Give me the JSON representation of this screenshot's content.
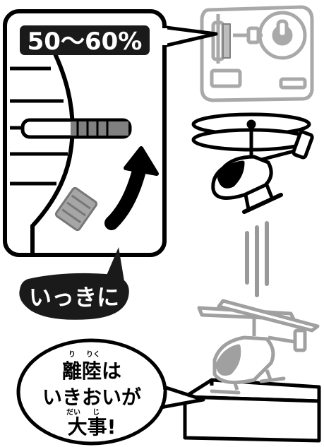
{
  "callout": {
    "percent_label": "50〜60%",
    "throttle_label": "いっきに"
  },
  "speech_bubble": {
    "line1": "離陸は",
    "line1_ruby": [
      "り",
      "りく"
    ],
    "line2": "いきおいが",
    "line3": "大事!",
    "line3_ruby": [
      "だい",
      "じ"
    ]
  },
  "colors": {
    "ink": "#000000",
    "gray_light": "#bdbdbd",
    "gray_mid": "#9a9a9a",
    "gray_dark": "#808080",
    "label_bg": "#1a1a1a",
    "label_text": "#ffffff"
  },
  "icons": [
    "throttle-callout-icon",
    "remote-controller-icon",
    "flying-helicopter-icon",
    "lift-motion-lines-icon",
    "landed-helicopter-icon",
    "landing-box-icon",
    "speech-bubble-icon",
    "up-arrow-icon"
  ]
}
